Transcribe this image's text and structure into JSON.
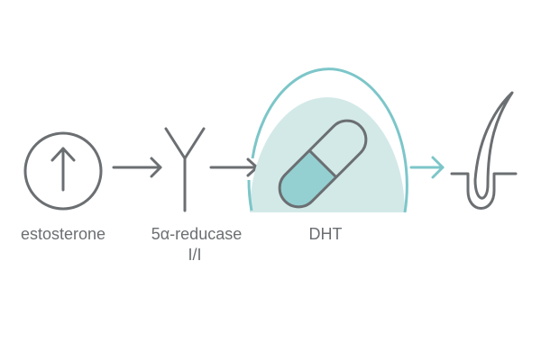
{
  "labels": {
    "testosterone": "estosterone",
    "enzyme": "5α-reducase",
    "enzyme_sub": "I/I",
    "dht": "DHT"
  },
  "colors": {
    "stroke": "#6b6f72",
    "accent": "#7cc6c9",
    "dome_fill": "#d3e9e8",
    "pill_fill": "#94d0d2"
  }
}
